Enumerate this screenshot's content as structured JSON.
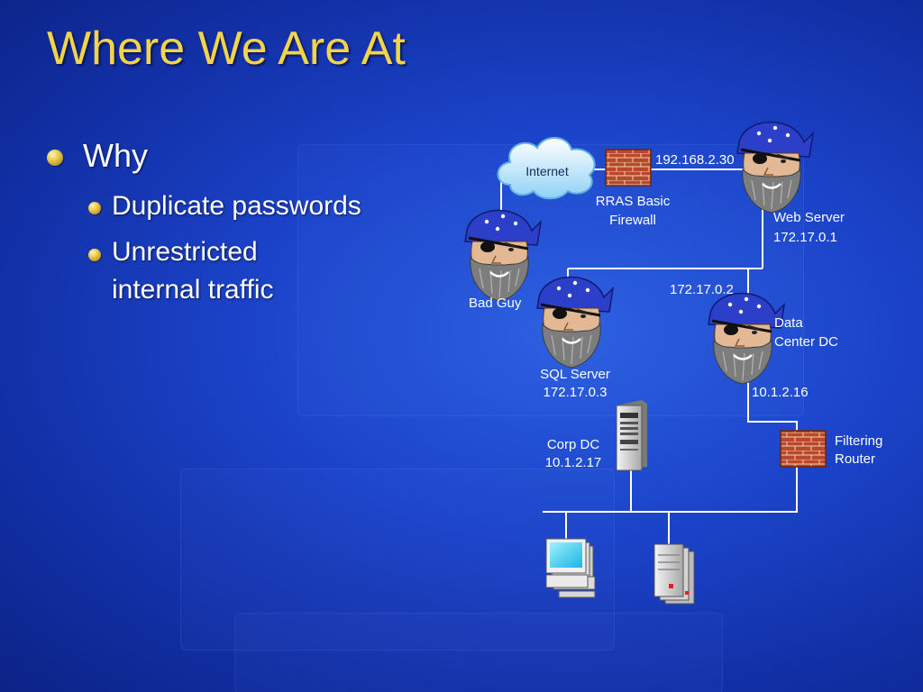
{
  "slide": {
    "title": "Where We Are At",
    "bullets": {
      "main": "Why",
      "sub1": "Duplicate passwords",
      "sub2_line1": "Unrestricted",
      "sub2_line2": "internal traffic"
    }
  },
  "diagram": {
    "internet": "Internet",
    "firewall_ip": "192.168.2.30",
    "firewall_line1": "RRAS Basic",
    "firewall_line2": "Firewall",
    "web_server_name": "Web Server",
    "web_server_ip": "172.17.0.1",
    "bad_guy": "Bad Guy",
    "segment_ip": "172.17.0.2",
    "dc_line1": "Data",
    "dc_line2": "Center DC",
    "sql_name": "SQL Server",
    "sql_ip": "172.17.0.3",
    "dc_ip": "10.1.2.16",
    "corp_dc_name": "Corp DC",
    "corp_dc_ip": "10.1.2.17",
    "router_line1": "Filtering",
    "router_line2": "Router"
  },
  "colors": {
    "title": "#f2d44a",
    "text": "#ffffff",
    "lines": "#ffffff",
    "brick": "#b84a2a",
    "bandana": "#2c3fc8"
  },
  "icons": [
    "cloud-icon",
    "brick-firewall-icon",
    "pirate-icon",
    "server-tower-icon",
    "workstation-icon",
    "server-stack-icon"
  ]
}
